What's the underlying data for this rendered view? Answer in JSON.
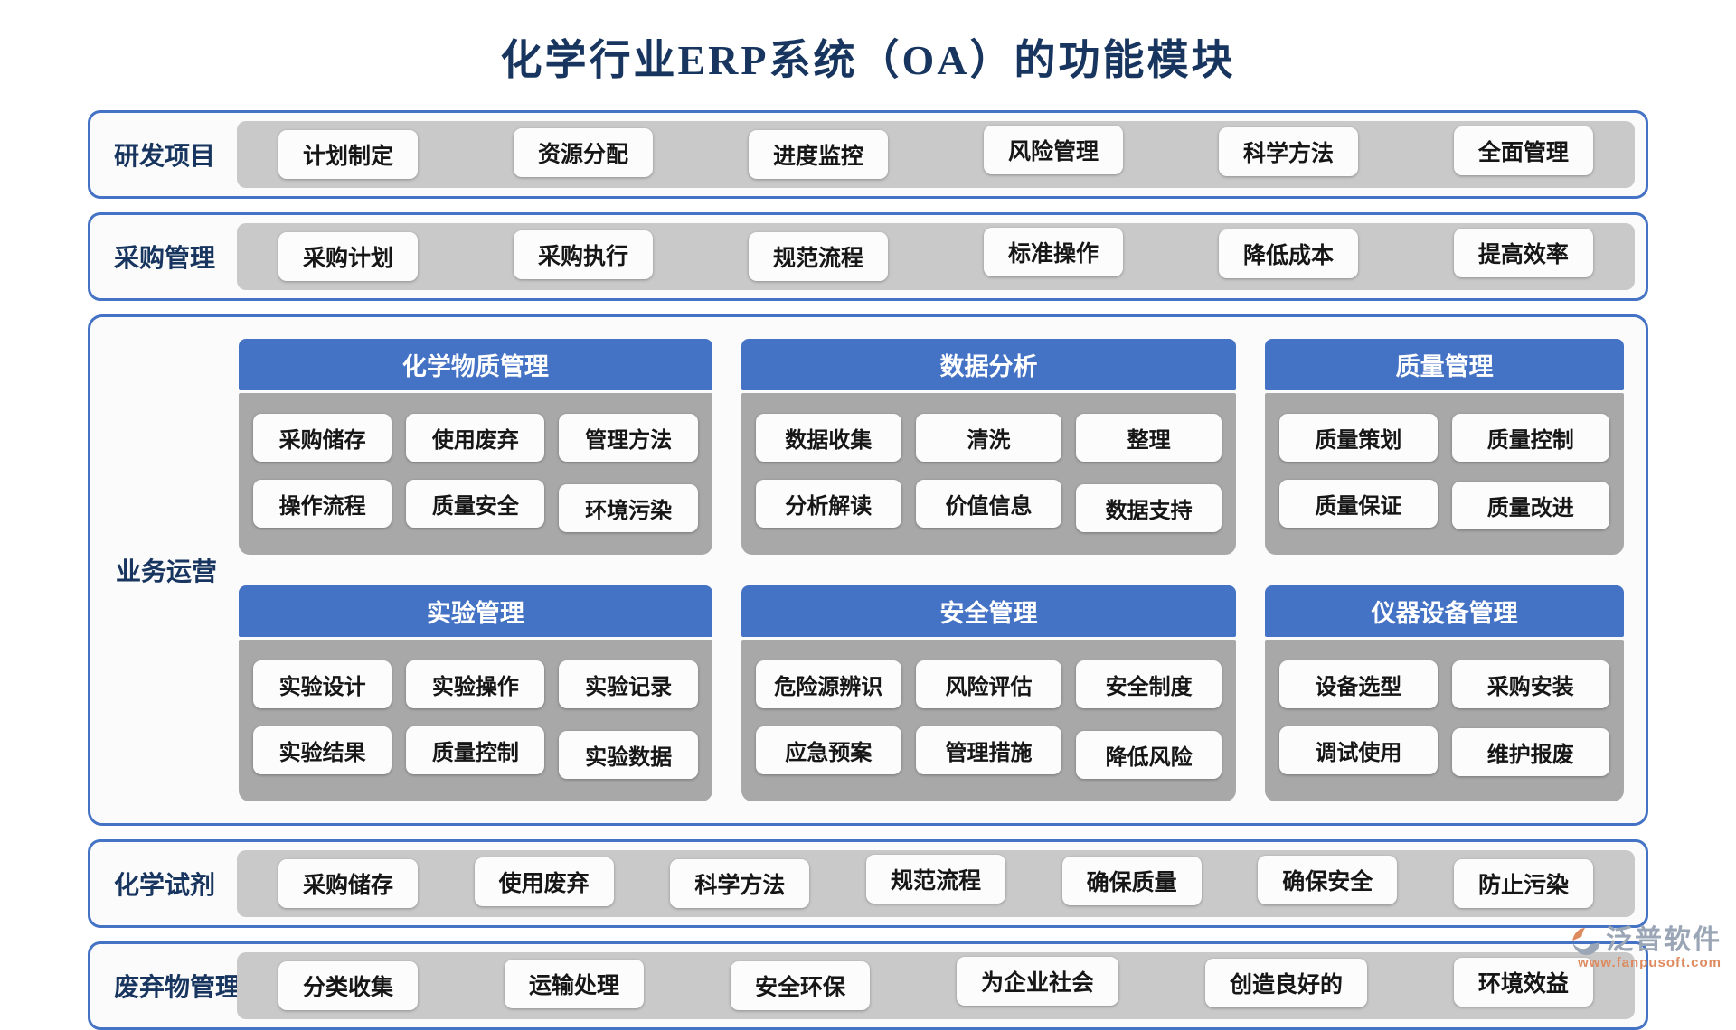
{
  "title": "化学行业ERP系统（OA）的功能模块",
  "top_rows": [
    {
      "label": "研发项目",
      "items": [
        "计划制定",
        "资源分配",
        "进度监控",
        "风险管理",
        "科学方法",
        "全面管理"
      ]
    },
    {
      "label": "采购管理",
      "items": [
        "采购计划",
        "采购执行",
        "规范流程",
        "标准操作",
        "降低成本",
        "提高效率"
      ]
    }
  ],
  "operations": {
    "label": "业务运营",
    "panels": [
      {
        "title": "化学物质管理",
        "items": [
          "采购储存",
          "使用废弃",
          "管理方法",
          "操作流程",
          "质量安全",
          "环境污染"
        ]
      },
      {
        "title": "数据分析",
        "items": [
          "数据收集",
          "清洗",
          "整理",
          "分析解读",
          "价值信息",
          "数据支持"
        ]
      },
      {
        "title": "质量管理",
        "items": [
          "质量策划",
          "质量控制",
          "质量保证",
          "质量改进"
        ]
      },
      {
        "title": "实验管理",
        "items": [
          "实验设计",
          "实验操作",
          "实验记录",
          "实验结果",
          "质量控制",
          "实验数据"
        ]
      },
      {
        "title": "安全管理",
        "items": [
          "危险源辨识",
          "风险评估",
          "安全制度",
          "应急预案",
          "管理措施",
          "降低风险"
        ]
      },
      {
        "title": "仪器设备管理",
        "items": [
          "设备选型",
          "采购安装",
          "调试使用",
          "维护报废"
        ]
      }
    ]
  },
  "bottom_rows": [
    {
      "label": "化学试剂",
      "items": [
        "采购储存",
        "使用废弃",
        "科学方法",
        "规范流程",
        "确保质量",
        "确保安全",
        "防止污染"
      ]
    },
    {
      "label": "废弃物管理",
      "items": [
        "分类收集",
        "运输处理",
        "安全环保",
        "为企业社会",
        "创造良好的",
        "环境效益"
      ]
    }
  ],
  "footer": {
    "brand": "泛普软件",
    "website": "www.fanpusoft.com"
  },
  "colors": {
    "accent_blue": "#4472C4",
    "title_navy": "#17355E",
    "strip_gray": "#C9C9C9",
    "panel_gray": "#A8A8A8",
    "chip_white": "#FCFCFC",
    "brand_gray": "#9AA5B5",
    "brand_orange": "#DD8A5E"
  }
}
